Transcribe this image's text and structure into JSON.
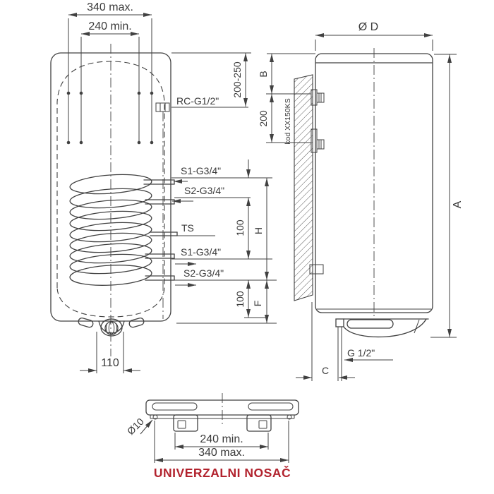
{
  "drawing": {
    "title_caption": "UNIVERZALNI NOSAČ",
    "front_view": {
      "dim_width_max": "340 max.",
      "dim_width_min": "240 min.",
      "label_rc": "RC-G1/2\"",
      "dim_wall_offset": "200-250",
      "label_s1_top": "S1-G3/4\"",
      "label_s2_top": "S2-G3/4\"",
      "label_ts": "TS",
      "label_s1_bottom": "S1-G3/4\"",
      "label_s2_bottom": "S2-G3/4\"",
      "dim_coil_upper": "100",
      "dim_coil_height": "H",
      "dim_coil_lower": "100",
      "dim_f": "F",
      "dim_drain_offset": "110"
    },
    "side_view": {
      "dim_diameter": "Ø D",
      "dim_height": "A",
      "dim_b": "B",
      "dim_bracket_spacing": "200",
      "label_bracket_code": "kod XX150KS",
      "label_g": "G 1/2\"",
      "dim_c": "C"
    },
    "bracket_view": {
      "dim_hole": "Ø10",
      "dim_min": "240 min.",
      "dim_max": "340 max.",
      "caption": "UNIVERZALNI NOSAČ"
    },
    "colors": {
      "line": "#414141",
      "accent_red": "#b2232e",
      "background": "#ffffff"
    }
  }
}
